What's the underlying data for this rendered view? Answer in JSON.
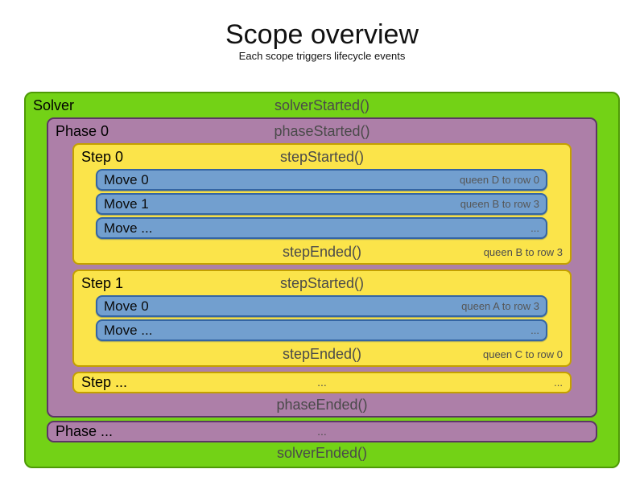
{
  "title": "Scope overview",
  "subtitle": "Each scope triggers lifecycle events",
  "colors": {
    "solver_fill": "#73D216",
    "solver_border": "#4E9A06",
    "phase_fill": "#AD7FA8",
    "phase_border": "#5C3566",
    "step_fill": "#FBE44A",
    "step_border": "#C4A000",
    "move_fill": "#729FCF",
    "move_border": "#3465A4",
    "event_text": "#4A4A4A",
    "detail_text": "#565656"
  },
  "solver": {
    "label": "Solver",
    "started": "solverStarted()",
    "ended": "solverEnded()",
    "phases": [
      {
        "label": "Phase 0",
        "started": "phaseStarted()",
        "ended": "phaseEnded()",
        "steps": [
          {
            "label": "Step 0",
            "started": "stepStarted()",
            "ended": "stepEnded()",
            "ended_detail": "queen B to row 3",
            "moves": [
              {
                "label": "Move 0",
                "detail": "queen D to row 0"
              },
              {
                "label": "Move 1",
                "detail": "queen B to row 3"
              },
              {
                "label": "Move ...",
                "detail": "..."
              }
            ]
          },
          {
            "label": "Step 1",
            "started": "stepStarted()",
            "ended": "stepEnded()",
            "ended_detail": "queen C to row 0",
            "moves": [
              {
                "label": "Move 0",
                "detail": "queen A to row 3"
              },
              {
                "label": "Move ...",
                "detail": "..."
              }
            ]
          }
        ],
        "step_more": {
          "label": "Step ...",
          "center": "...",
          "right": "..."
        }
      }
    ],
    "phase_more": {
      "label": "Phase ...",
      "center": "..."
    }
  }
}
